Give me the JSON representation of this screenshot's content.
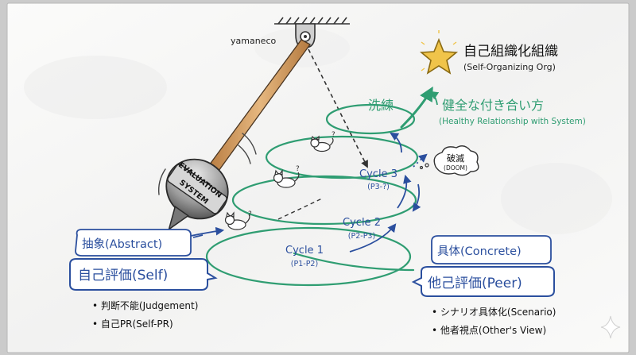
{
  "pendulum": {
    "pivot_label": "yamaneco",
    "weight_lines": [
      "EVALUATION",
      "SYSTEM"
    ]
  },
  "goal": {
    "title": "自己組織化組織",
    "subtitle": "(Self-Organizing Org)"
  },
  "refinement": {
    "label": "洗練",
    "title": "健全な付き合い方",
    "subtitle": "(Healthy Relationship with System)"
  },
  "doom": {
    "title": "破滅",
    "subtitle": "(DOOM)"
  },
  "cycles": [
    {
      "title": "Cycle 3",
      "range": "(P3-?)"
    },
    {
      "title": "Cycle 2",
      "range": "(P2-P3)"
    },
    {
      "title": "Cycle 1",
      "range": "(P1-P2)"
    }
  ],
  "left_panel": {
    "bubble1": "抽象(Abstract)",
    "bubble2": "自己評価(Self)",
    "bullets": [
      "• 判断不能(Judgement)",
      "• 自己PR(Self-PR)"
    ]
  },
  "right_panel": {
    "bubble1": "具体(Concrete)",
    "bubble2": "他己評価(Peer)",
    "bullets": [
      "• シナリオ具体化(Scenario)",
      "• 他者視点(Other's View)"
    ]
  },
  "colors": {
    "board": "#f7f7f6",
    "frame": "#c9c9c9",
    "ink_blue": "#2b4f9e",
    "ink_green": "#2f9d72",
    "ink_dark": "#222222",
    "wood": "#d8a56b",
    "star": "#f0c44a"
  }
}
